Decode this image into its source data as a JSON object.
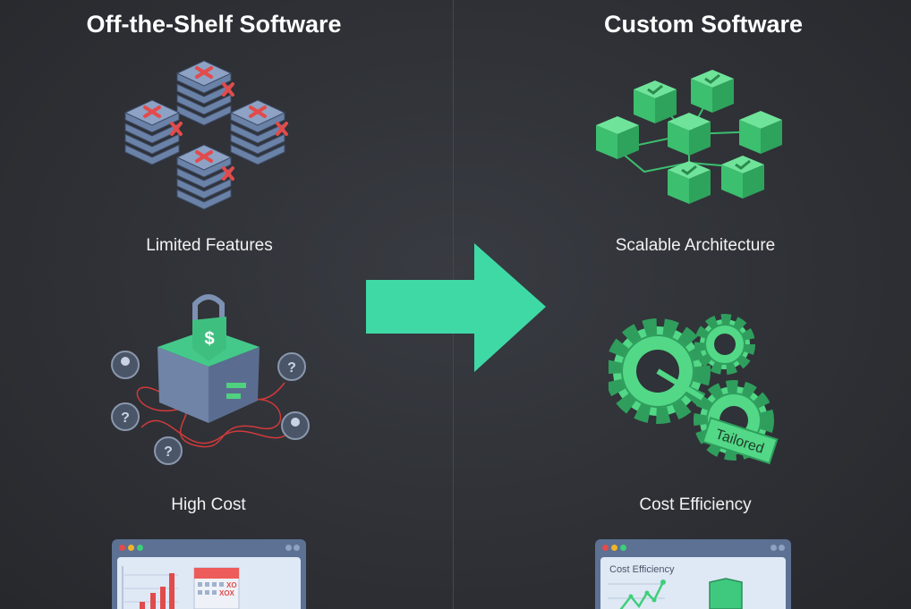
{
  "left": {
    "title": "Off-the-Shelf Software",
    "features": [
      {
        "label": "Limited Features",
        "icon": "server-stacks-x-icon"
      },
      {
        "label": "High Cost",
        "icon": "locked-box-cost-icon"
      }
    ],
    "dashboard_icon": "bar-chart-calendar-window"
  },
  "right": {
    "title": "Custom Software",
    "features": [
      {
        "label": "Scalable Architecture",
        "icon": "connected-cubes-icon"
      },
      {
        "label": "Cost Efficiency",
        "icon": "gears-icon",
        "badge": "Tailored"
      }
    ],
    "dashboard": {
      "title": "Cost Efficiency",
      "icon": "shield-icon"
    }
  },
  "colors": {
    "accent": "#3fd9a6",
    "green": "#4fd17f",
    "red": "#e24b4b",
    "blue": "#6b82a8"
  }
}
